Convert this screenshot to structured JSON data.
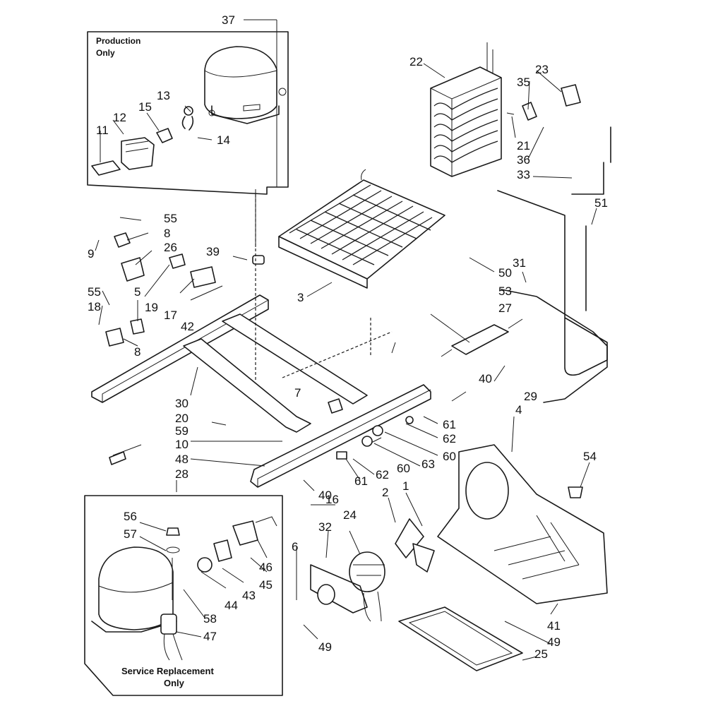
{
  "diagram": {
    "insets": {
      "production": [
        "Production",
        "Only"
      ],
      "service": [
        "Service Replacement",
        "Only"
      ]
    },
    "callouts": {
      "n37": "37",
      "n22": "22",
      "n23": "23",
      "n35": "35",
      "n13": "13",
      "n15": "15",
      "n12": "12",
      "n11": "11",
      "n14": "14",
      "n21": "21",
      "n36": "36",
      "n33": "33",
      "n51": "51",
      "n55a": "55",
      "n8a": "8",
      "n26": "26",
      "n9": "9",
      "n39": "39",
      "n55b": "55",
      "n18": "18",
      "n5": "5",
      "n19": "19",
      "n17": "17",
      "n42": "42",
      "n8b": "8",
      "n3": "3",
      "n50": "50",
      "n31": "31",
      "n53": "53",
      "n27": "27",
      "n40a": "40",
      "n29": "29",
      "n4": "4",
      "n7": "7",
      "n30": "30",
      "n20": "20",
      "n59": "59",
      "n10": "10",
      "n48": "48",
      "n28": "28",
      "n61a": "61",
      "n62a": "62",
      "n60a": "60",
      "n63": "63",
      "n60b": "60",
      "n62b": "62",
      "n61b": "61",
      "n54": "54",
      "n40b": "40",
      "n16": "16",
      "n2": "2",
      "n1": "1",
      "n32": "32",
      "n24": "24",
      "n56": "56",
      "n57": "57",
      "n46": "46",
      "n45": "45",
      "n43": "43",
      "n44": "44",
      "n58": "58",
      "n47": "47",
      "n6": "6",
      "n49a": "49",
      "n41": "41",
      "n49b": "49",
      "n25": "25"
    }
  }
}
